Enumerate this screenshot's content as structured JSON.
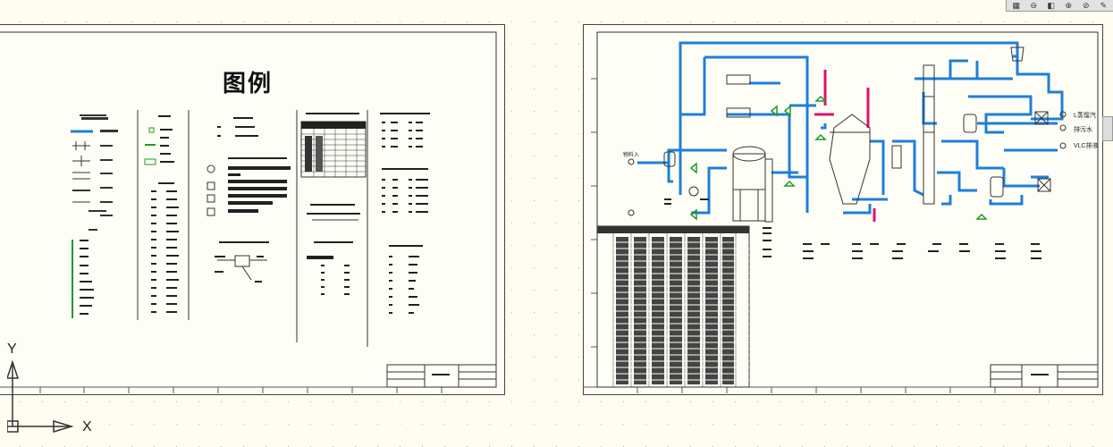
{
  "legend_sheet": {
    "title": "图例",
    "axis_x": "X",
    "axis_y": "Y"
  },
  "pid_sheet": {
    "labels": [
      "L蒸馏汽",
      "排污水",
      "VLC排液"
    ],
    "inlet": "物料入"
  },
  "toolbar": {
    "icons": [
      "grid-icon",
      "minus-icon",
      "layers-icon",
      "add-layer-icon",
      "cancel-layer-icon",
      "pen-icon"
    ]
  },
  "colors": {
    "pipe_main": "#1e7fd8",
    "pipe_steam": "#e0106a",
    "valve": "#1f9a2a",
    "paper": "#fffdf0"
  }
}
